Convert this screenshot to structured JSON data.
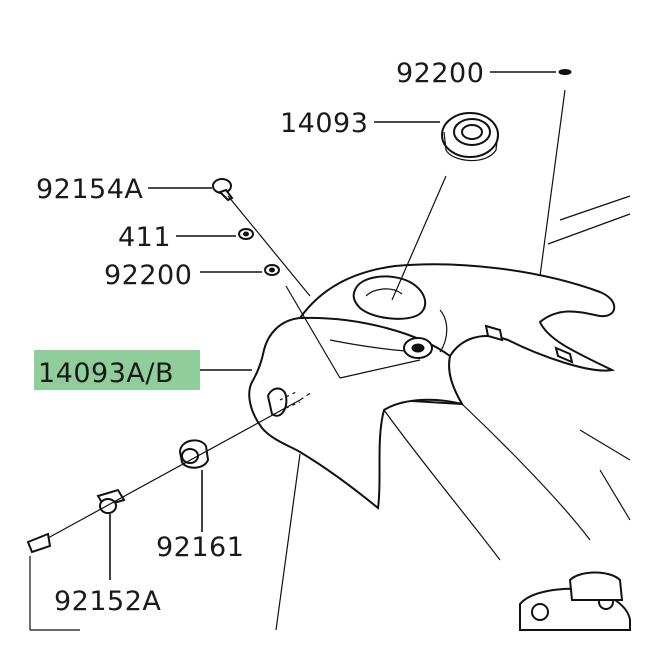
{
  "labels": {
    "p92200_top": "92200",
    "p14093": "14093",
    "p92154a": "92154A",
    "p411": "411",
    "p92200_mid": "92200",
    "p14093ab": "14093A/B",
    "p92161": "92161",
    "p92152a": "92152A"
  },
  "colors": {
    "highlight": "#8fcd9b",
    "ink": "#111111"
  },
  "selected_part": "14093A/B"
}
